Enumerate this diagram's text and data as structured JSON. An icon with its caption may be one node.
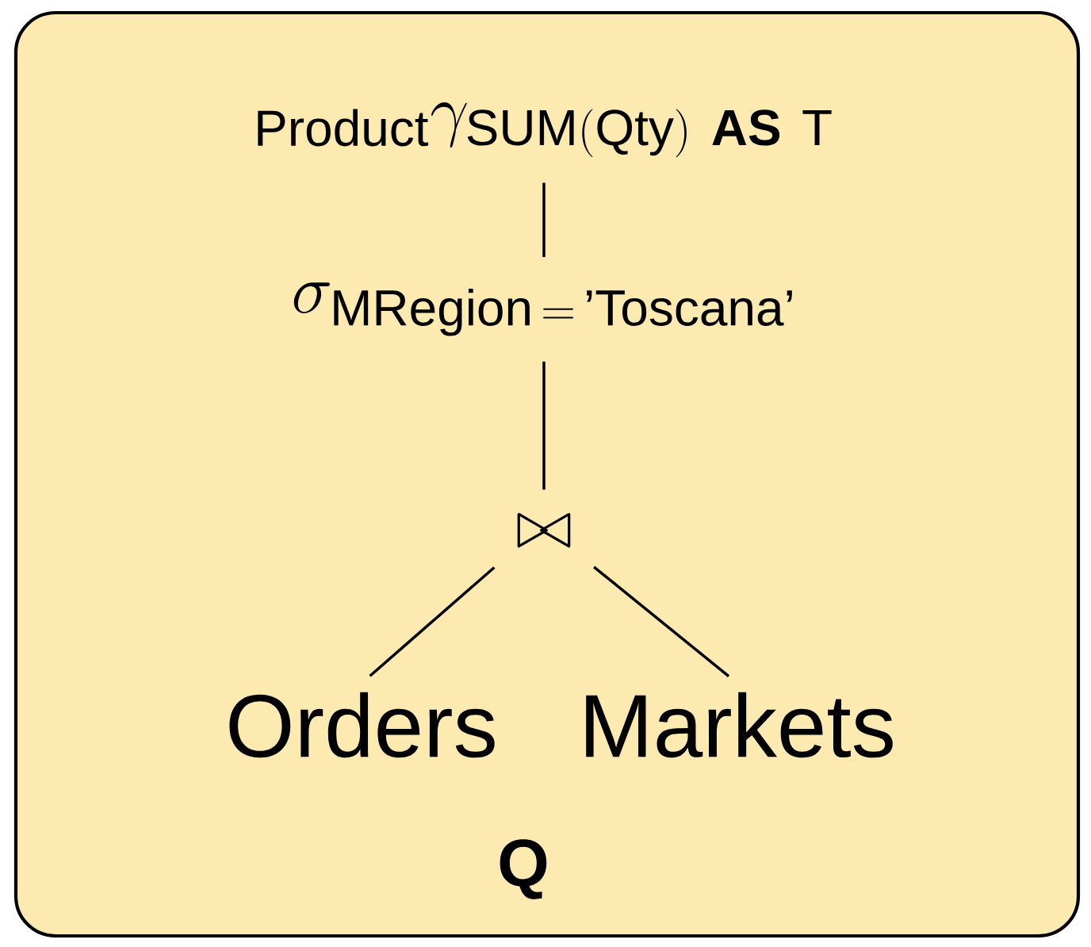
{
  "diagram": {
    "nodes": [
      {
        "text": [
          "\\mathbf{Q}"
        ]
      },
      {
        "text": [
          "{}_{\\mathsf{Product}}\\gamma_{\\mathsf{SUM(Qty)}\\ \\textsf{\\textbf{AS}}\\ \\mathsf{T}}"
        ],
        "in": 0
      },
      {
        "text": [
          "\\sigma_{\\mathsf{MRegion}\\,=\\,\\textsf{'Toscana'}}"
        ],
        "in": 0
      },
      {
        "text": [
          "\\bowtie"
        ],
        "in": 0
      },
      {
        "text": [
          "Orders"
        ],
        "in": 0
      },
      {
        "text": [
          "Markets"
        ],
        "in": 0
      }
    ],
    "edges": [
      {
        "from": 1,
        "to": 2,
        "arrow": "none"
      },
      {
        "from": 2,
        "to": 3,
        "arrow": "none"
      },
      {
        "from": 3,
        "to": 4,
        "arrow": "none"
      },
      {
        "from": 3,
        "to": 5,
        "arrow": "none"
      }
    ]
  }
}
